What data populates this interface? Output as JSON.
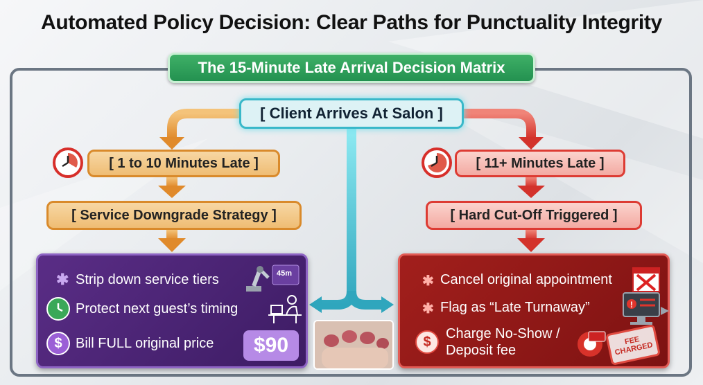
{
  "title": "Automated Policy Decision: Clear Paths for Punctuality Integrity",
  "matrix_label": "The 15-Minute Late Arrival Decision Matrix",
  "start_node": "[ Client Arrives At Salon ]",
  "left_branch": {
    "condition": "[ 1 to 10 Minutes Late ]",
    "strategy": "[ Service Downgrade Strategy ]",
    "items": [
      {
        "icon": "asterisk-icon",
        "text": "Strip down service tiers"
      },
      {
        "icon": "clock-icon",
        "text": "Protect next guest’s timing"
      },
      {
        "icon": "dollar-icon",
        "text": "Bill FULL original price"
      }
    ],
    "timer_label": "45m",
    "price": "$90"
  },
  "right_branch": {
    "condition": "[ 11+ Minutes Late ]",
    "strategy": "[ Hard Cut-Off Triggered ]",
    "items": [
      {
        "icon": "asterisk-icon",
        "text": "Cancel original appointment"
      },
      {
        "icon": "asterisk-icon",
        "text": "Flag as “Late Turnaway”"
      },
      {
        "icon": "dollar-icon",
        "text_line1": "Charge No-Show /",
        "text_line2": "Deposit fee"
      }
    ],
    "stamp_text": "FEE CHARGED"
  },
  "colors": {
    "green": "#2fa25b",
    "teal": "#39b8c9",
    "orange": "#e39a3b",
    "red": "#dd3b33",
    "purple_panel": "#4a2473",
    "red_panel": "#8e1616"
  }
}
